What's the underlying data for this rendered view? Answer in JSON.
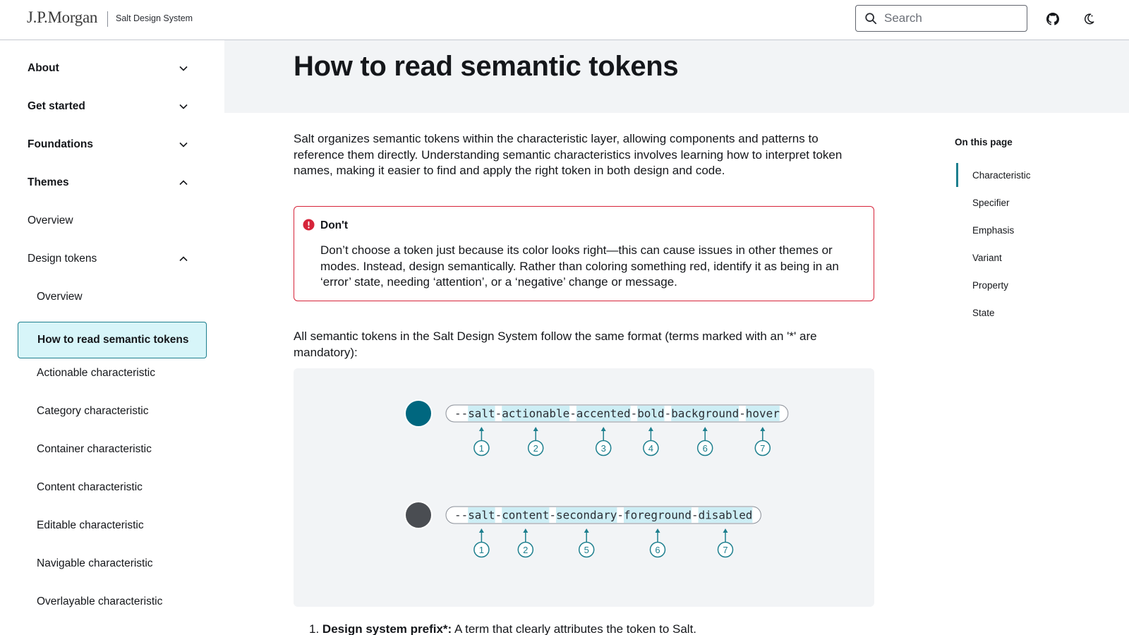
{
  "header": {
    "brand": "J.P.Morgan",
    "brand_sub": "Salt Design System",
    "search_placeholder": "Search",
    "icons": [
      "search-icon",
      "github-icon",
      "moon-icon"
    ]
  },
  "sidebar": {
    "items": [
      {
        "label": "About",
        "level": 0,
        "expanded": false
      },
      {
        "label": "Get started",
        "level": 0,
        "expanded": false
      },
      {
        "label": "Foundations",
        "level": 0,
        "expanded": false
      },
      {
        "label": "Themes",
        "level": 0,
        "expanded": true
      },
      {
        "label": "Overview",
        "level": 1
      },
      {
        "label": "Design tokens",
        "level": 1,
        "expanded": true
      },
      {
        "label": "Overview",
        "level": 2
      },
      {
        "label": "How to read semantic tokens",
        "level": 2,
        "active": true
      },
      {
        "label": "Actionable characteristic",
        "level": 2
      },
      {
        "label": "Category characteristic",
        "level": 2
      },
      {
        "label": "Container characteristic",
        "level": 2
      },
      {
        "label": "Content characteristic",
        "level": 2
      },
      {
        "label": "Editable characteristic",
        "level": 2
      },
      {
        "label": "Navigable characteristic",
        "level": 2
      },
      {
        "label": "Overlayable characteristic",
        "level": 2
      }
    ]
  },
  "main": {
    "title": "How to read semantic tokens",
    "intro": "Salt organizes semantic tokens within the characteristic layer, allowing components and patterns to reference them directly. Understanding semantic characteristics involves learning how to interpret token names, making it easier to find and apply the right token in both design and code.",
    "dont": {
      "title": "Don't",
      "text": "Don’t choose a token just because its color looks right—this can cause issues in other themes or modes. Instead, design semantically. Rather than coloring something red, identify it as being in an ‘error’ state, needing ‘attention’, or a ‘negative’ change or message."
    },
    "format_text": "All semantic tokens in the Salt Design System follow the same format (terms marked with an '*' are mandatory):",
    "diagram": {
      "tokens": [
        {
          "swatch_color": "#00677f",
          "prefix": "--",
          "parts": [
            "salt",
            "actionable",
            "accented",
            "bold",
            "background",
            "hover"
          ],
          "numbers": [
            "1",
            "2",
            "3",
            "4",
            "6",
            "7"
          ]
        },
        {
          "swatch_color": "#4a4d52",
          "prefix": "--",
          "parts": [
            "salt",
            "content",
            "secondary",
            "foreground",
            "disabled"
          ],
          "numbers": [
            "1",
            "2",
            "5",
            "6",
            "7"
          ]
        }
      ]
    },
    "list_first": {
      "number": "1.",
      "term": "Design system prefix*:",
      "text": " A term that clearly attributes the token to Salt."
    }
  },
  "toc": {
    "title": "On this page",
    "items": [
      "Characteristic",
      "Specifier",
      "Emphasis",
      "Variant",
      "Property",
      "State"
    ],
    "active_index": 0
  },
  "colors": {
    "accent": "#1d7f8e",
    "active_bg": "#d7f5f9",
    "error": "#d6243a",
    "highlight": "#cdeef5"
  }
}
